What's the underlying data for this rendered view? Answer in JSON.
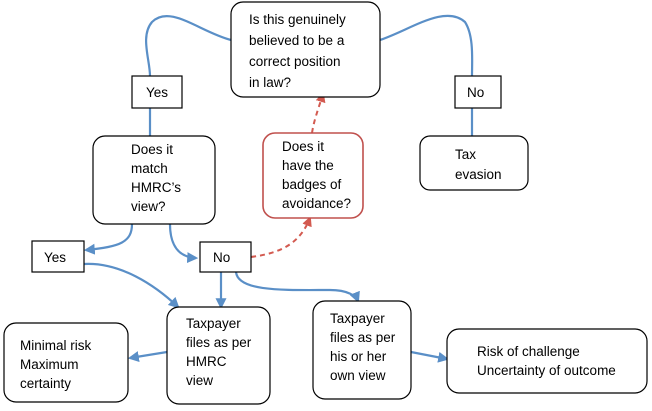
{
  "nodes": {
    "correct_position": {
      "lines": [
        "Is this genuinely",
        "believed to be a",
        "correct position",
        "in law?"
      ]
    },
    "yes_top": {
      "lines": [
        "Yes"
      ]
    },
    "no_top": {
      "lines": [
        "No"
      ]
    },
    "match_hmrc": {
      "lines": [
        "Does it",
        "match",
        "HMRC’s",
        "view?"
      ]
    },
    "badges": {
      "lines": [
        "Does it",
        "have the",
        "badges of",
        "avoidance?"
      ]
    },
    "tax_evasion": {
      "lines": [
        "Tax",
        "evasion"
      ]
    },
    "yes_mid": {
      "lines": [
        "Yes"
      ]
    },
    "no_mid": {
      "lines": [
        "No"
      ]
    },
    "minimal_risk": {
      "lines": [
        "Minimal risk",
        "Maximum",
        "certainty"
      ]
    },
    "files_hmrc": {
      "lines": [
        "Taxpayer",
        "files as per",
        "HMRC",
        "view"
      ]
    },
    "files_own": {
      "lines": [
        "Taxpayer",
        "files as per",
        "his or her",
        "own view"
      ]
    },
    "risk_challenge": {
      "lines": [
        "Risk of challenge",
        "Uncertainty of outcome"
      ]
    }
  },
  "colors": {
    "connector": "#5a8fc7",
    "dashed_connector": "#d35a50",
    "highlight_border": "#c0504d"
  }
}
